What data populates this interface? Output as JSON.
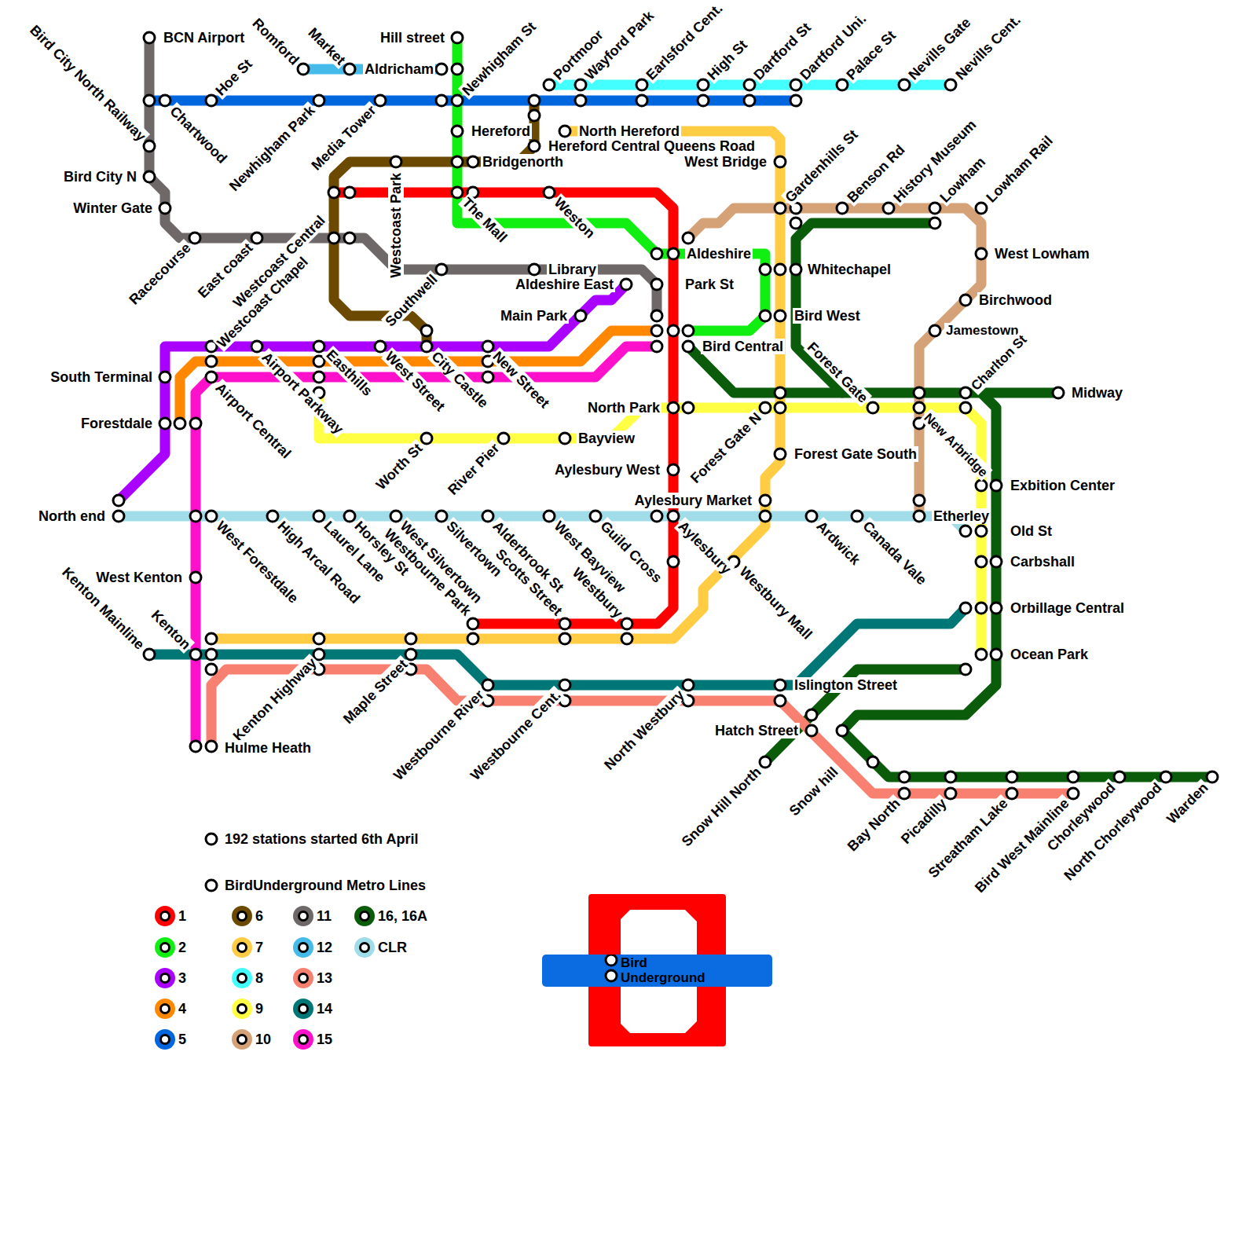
{
  "diagram": {
    "nodes": [
      {
        "text": [
          "Bird Underground"
        ]
      }
    ],
    "labels": [
      "BCN Airport",
      "Bird City North Railway",
      "Chartwood",
      "Hoe St",
      "Romford",
      "Market",
      "Aldricham",
      "Hill street",
      "Newhigham St",
      "Newhigham Park",
      "Media Tower",
      "Portmoor",
      "Wayford Park",
      "Earlsford Cent.",
      "High St",
      "Dartford St",
      "Dartford Uni.",
      "Palace St",
      "Nevills Gate",
      "Nevills Cent.",
      "Hereford",
      "North Hereford",
      "Hereford Central Queens Road",
      "Bridgenorth",
      "West Bridge",
      "Westcoast Park",
      "Westcoast Central",
      "Racecourse",
      "East coast",
      "Winter Gate",
      "Bird City N",
      "The Mall",
      "Weston",
      "Gardenhills St",
      "Benson Rd",
      "History Museum",
      "Lowham",
      "Lowham Rail",
      "Aldeshire",
      "Whitechapel",
      "Library",
      "Southwell",
      "West Lowham",
      "Park St",
      "Aldeshire East",
      "Birchwood",
      "Main Park",
      "Bird West",
      "Jamestown",
      "Westcoast Chapel",
      "Bird Central",
      "Forest Gate",
      "Charlton St",
      "Midway",
      "South Terminal",
      "Airport Central",
      "Airport Parkway",
      "Easthills",
      "West Street",
      "City Castle",
      "New Street",
      "Forestdale",
      "North Park",
      "Forest Gate N",
      "New Arbridge",
      "Worth St",
      "River Pier",
      "Bayview",
      "Forest Gate South",
      "Aylesbury West",
      "Exbition Center",
      "Aylesbury Market",
      "North end",
      "Etherley",
      "Old St",
      "West Forestdale",
      "High Arcal Road",
      "Laurel Lane",
      "Horsley St",
      "Westbourne Park",
      "West Silvertown",
      "Silvertown",
      "Scotts Street",
      "Alderbrook St",
      "West Bayview",
      "Westbury",
      "Guild Cross",
      "Aylesbury",
      "Westbury Mall",
      "Ardwick",
      "Canada Vale",
      "Carbshall",
      "West Kenton",
      "Kenton Mainline",
      "Kenton",
      "Orbillage Central",
      "Ocean Park",
      "Kenton Highway",
      "Maple Street",
      "Islington Street",
      "Westbourne River",
      "Westbourne Cent.",
      "North Westbury",
      "Hatch Street",
      "Hulme Heath",
      "Snow Hill North",
      "Snow hill",
      "Bay North",
      "Picadilly",
      "Streatham Lake",
      "Bird West Mainline",
      "Chorleywood",
      "North Chorleywood",
      "Warden",
      "192 stations started 6th April",
      "BirdUnderground Metro Lines"
    ],
    "legend": [
      {
        "text": "1",
        "color": "#ff0000"
      },
      {
        "text": "2",
        "color": "#11ee11"
      },
      {
        "text": "3",
        "color": "#aa00ff"
      },
      {
        "text": "4",
        "color": "#ff8800"
      },
      {
        "text": "5",
        "color": "#0066dd"
      },
      {
        "text": "6",
        "color": "#6b4a00"
      },
      {
        "text": "7",
        "color": "#ffcc44"
      },
      {
        "text": "8",
        "color": "#44ffff"
      },
      {
        "text": "9",
        "color": "#ffff44"
      },
      {
        "text": "10",
        "color": "#d4a276"
      },
      {
        "text": "11",
        "color": "#6e6868"
      },
      {
        "text": "12",
        "color": "#44bbe8"
      },
      {
        "text": "13",
        "color": "#f88070"
      },
      {
        "text": "14",
        "color": "#007777"
      },
      {
        "text": "15",
        "color": "#ff11cc"
      },
      {
        "text": "16, 16A",
        "color": "#0a5c0a"
      },
      {
        "text": "CLR",
        "color": "#a0dde8"
      }
    ]
  }
}
